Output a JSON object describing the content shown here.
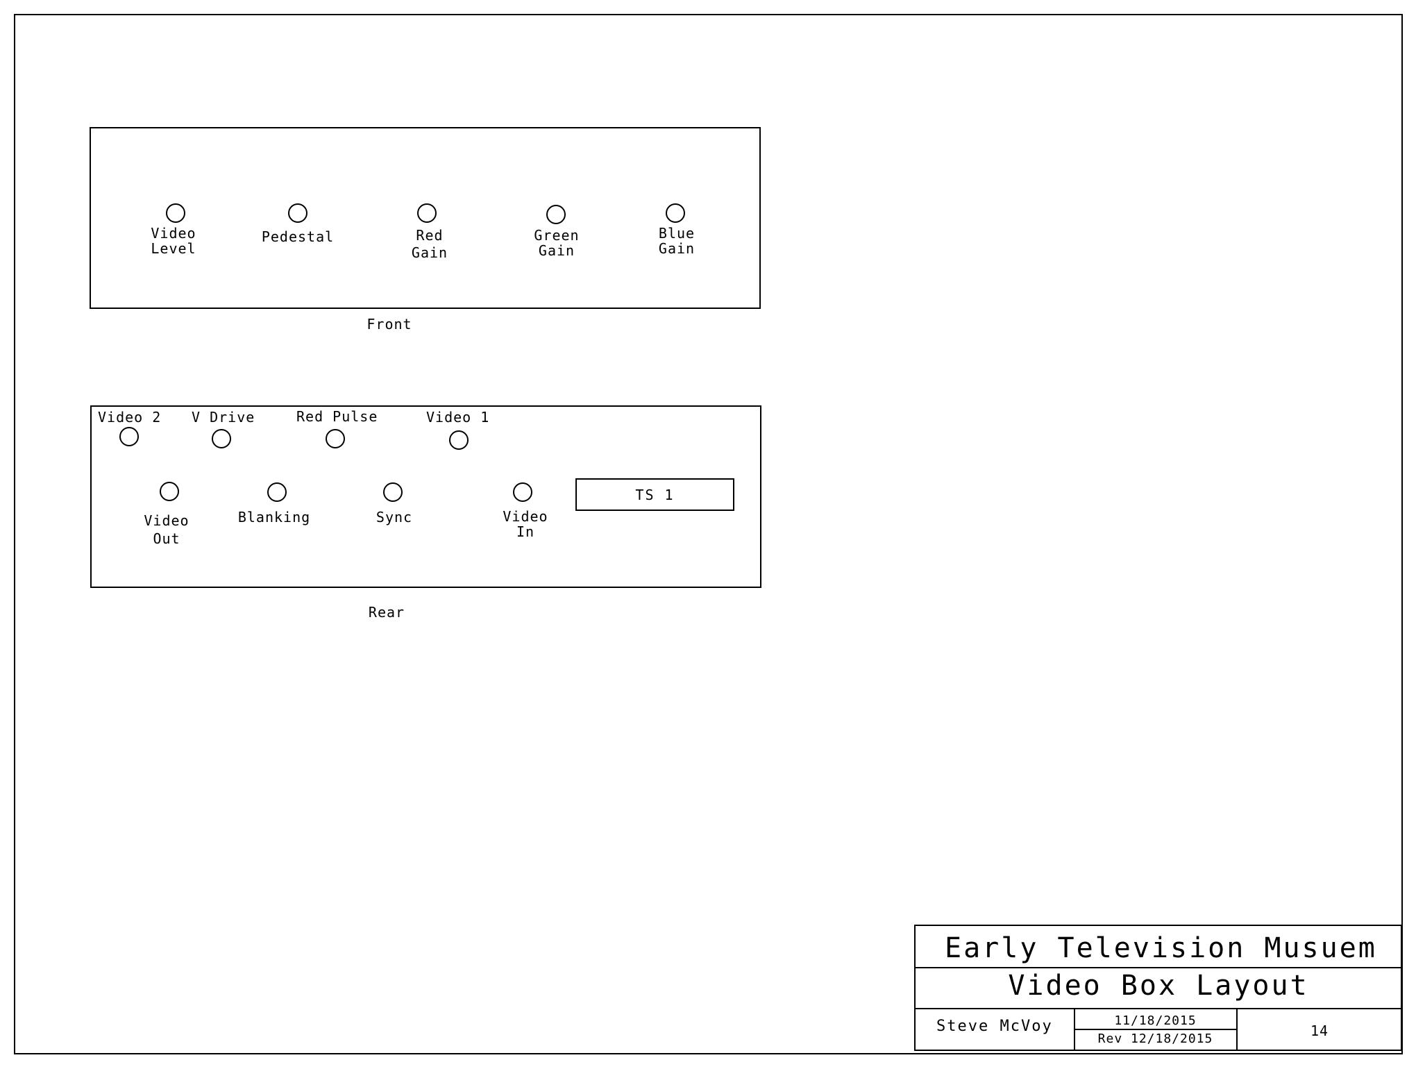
{
  "front": {
    "caption": "Front",
    "controls": [
      {
        "line1": "Video",
        "line2": "Level"
      },
      {
        "line1": "Pedestal",
        "line2": ""
      },
      {
        "line1": "Red",
        "line2": "Gain"
      },
      {
        "line1": "Green",
        "line2": "Gain"
      },
      {
        "line1": "Blue",
        "line2": "Gain"
      }
    ]
  },
  "rear": {
    "caption": "Rear",
    "top_row": [
      "Video 2",
      "V Drive",
      "Red Pulse",
      "Video 1"
    ],
    "bottom_row": [
      {
        "line1": "Video",
        "line2": "Out"
      },
      {
        "line1": "Blanking",
        "line2": ""
      },
      {
        "line1": "Sync",
        "line2": ""
      },
      {
        "line1": "Video",
        "line2": "In"
      }
    ],
    "terminal_strip": "TS 1"
  },
  "title_block": {
    "organization": "Early Television Musuem",
    "title": "Video Box Layout",
    "author": "Steve McVoy",
    "date": "11/18/2015",
    "revision": "Rev 12/18/2015",
    "sheet_number": "14"
  }
}
